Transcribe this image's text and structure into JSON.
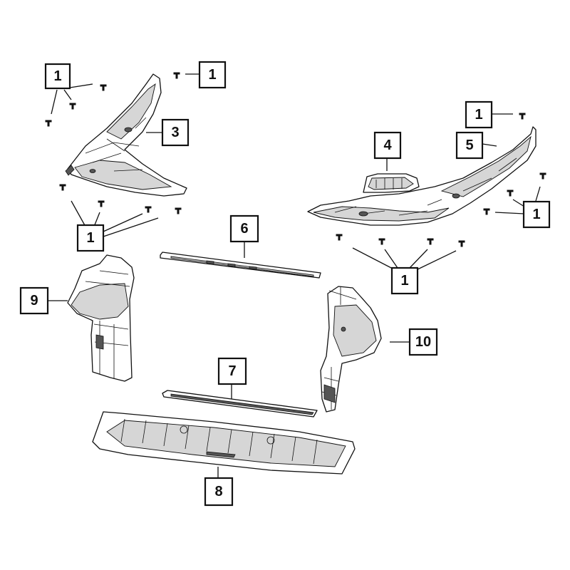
{
  "callouts": {
    "c1a": "1",
    "c1b": "1",
    "c1c": "1",
    "c1d": "1",
    "c1e": "1",
    "c1f": "1",
    "c2": "3",
    "c3": "4",
    "c4": "5",
    "c5": "6",
    "c6": "7",
    "c7": "8",
    "c8": "9",
    "c9": "10"
  },
  "colors": {
    "line": "#111111",
    "shade": "#d6d6d6",
    "background": "#ffffff"
  },
  "icons": {
    "fastener": "push-pin-fastener-icon"
  }
}
